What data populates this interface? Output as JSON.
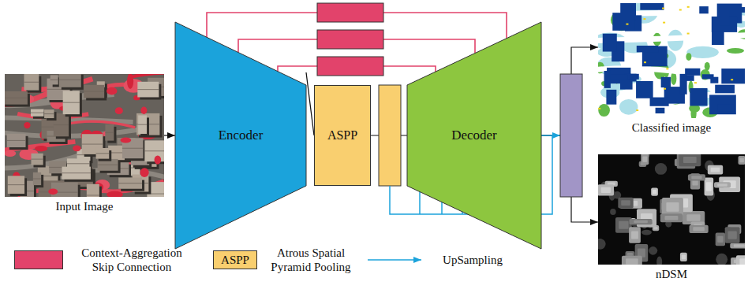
{
  "diagram": {
    "nodes": [
      {
        "text": [
          "Input Image"
        ]
      },
      {
        "text": [
          "Encoder"
        ]
      },
      {
        "text": [
          "ASPP"
        ]
      },
      {
        "text": [
          "Decoder"
        ]
      },
      {
        "text": [
          "Classified image"
        ]
      },
      {
        "text": [
          "nDSM"
        ]
      }
    ],
    "edges": [
      {
        "from": 0,
        "to": 1,
        "arrow": "to"
      },
      {
        "from": 1,
        "to": 2,
        "arrow": "none"
      },
      {
        "from": 2,
        "to": 3,
        "arrow": "none"
      },
      {
        "from": 1,
        "to": 3,
        "arrow": "none"
      },
      {
        "from": 1,
        "to": 3,
        "arrow": "none"
      },
      {
        "from": 1,
        "to": 3,
        "arrow": "none"
      },
      {
        "from": 3,
        "to": 4,
        "arrow": "to"
      },
      {
        "from": 3,
        "to": 5,
        "arrow": "to"
      }
    ],
    "labels": [
      "ASPP"
    ],
    "legend": [
      {
        "text": "Context-Aggregation Skip Connection",
        "color": "#e2436b"
      },
      {
        "text": "Atrous Spatial Pyramid Pooling",
        "color": "#f9cf6f"
      },
      {
        "text": "UpSampling"
      }
    ]
  }
}
